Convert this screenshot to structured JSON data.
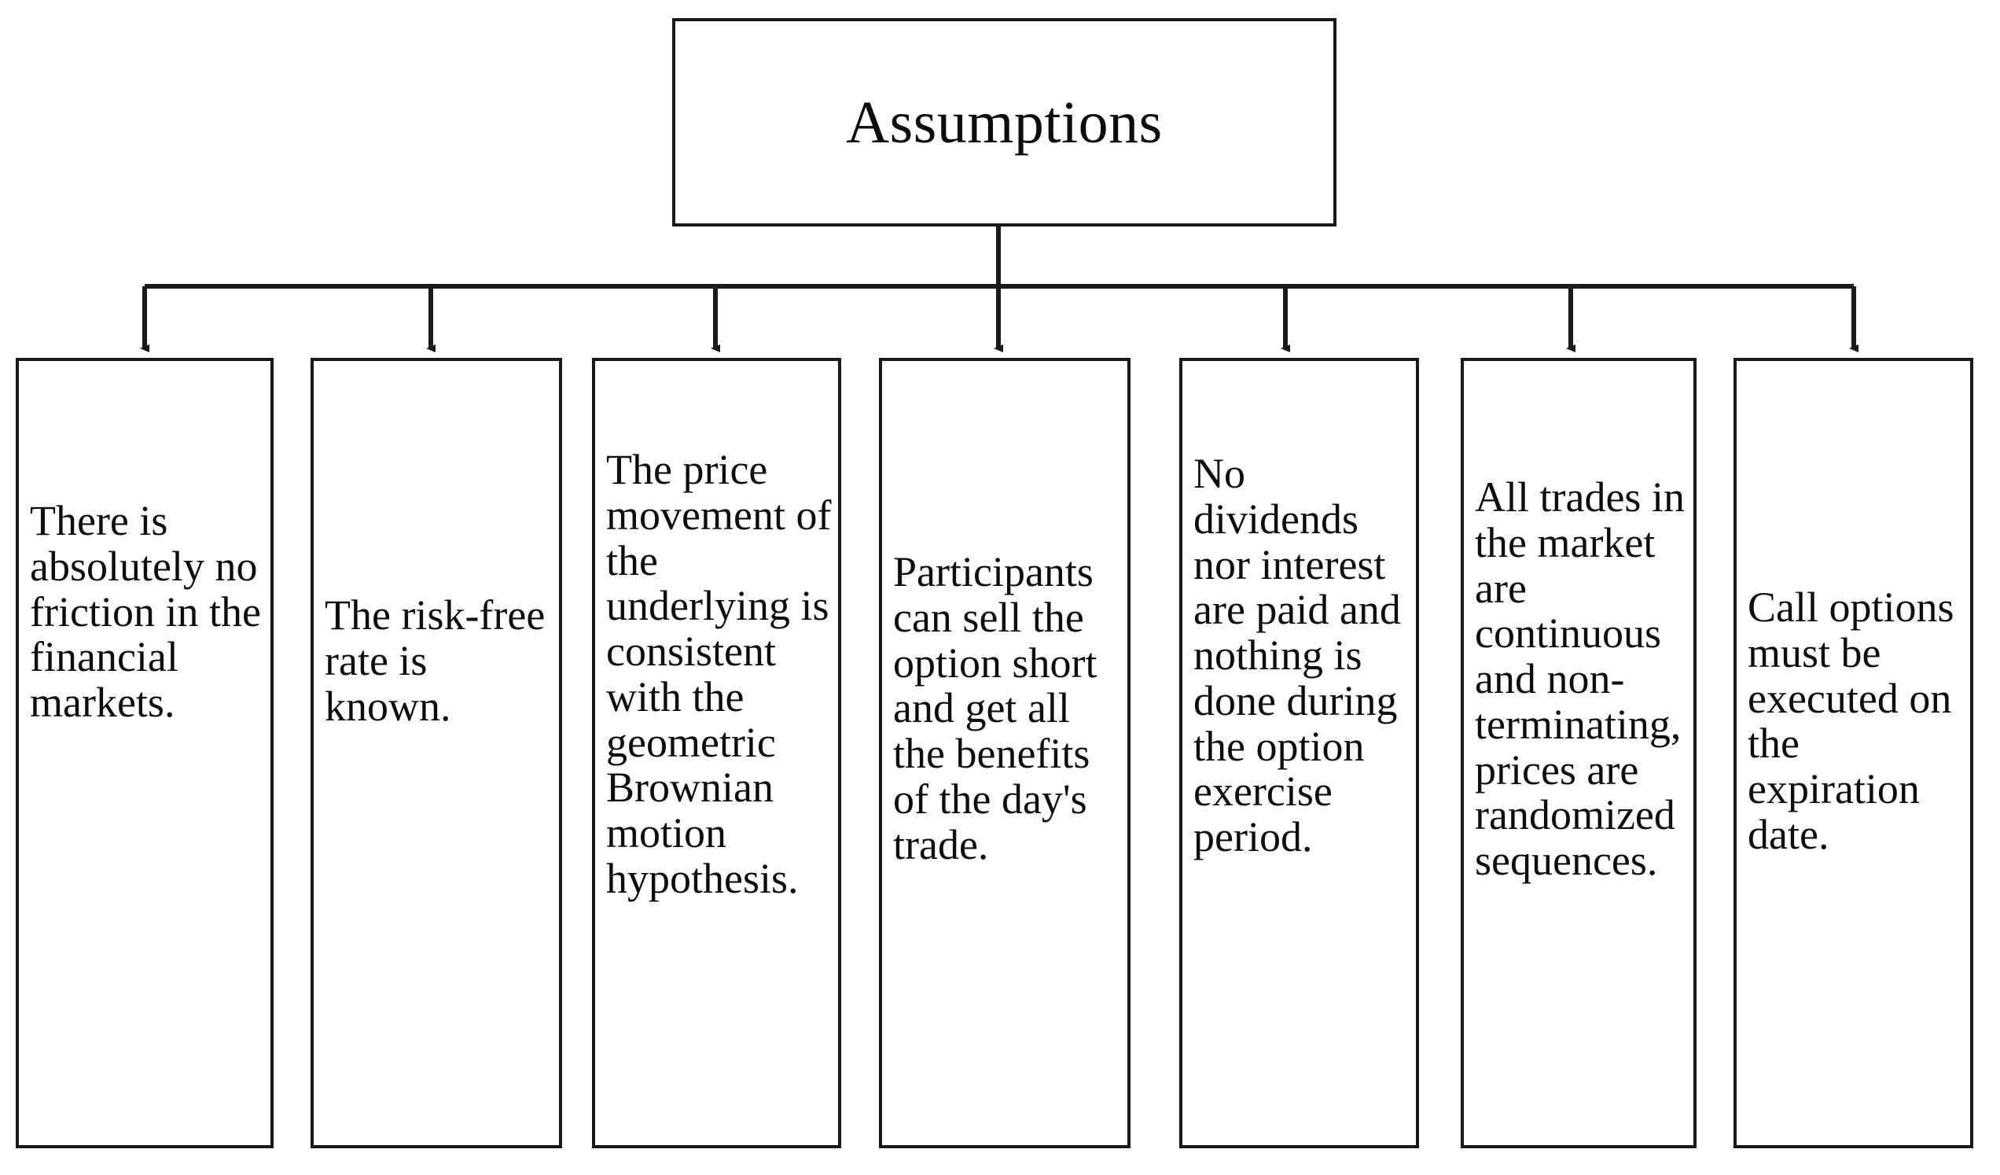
{
  "diagram": {
    "type": "hierarchy-tree",
    "orientation": "top-down",
    "root": {
      "label": "Assumptions"
    },
    "colors": {
      "stroke": "#1a1a1a",
      "fill": "#ffffff",
      "text": "#0d0d0d"
    },
    "leaves": [
      {
        "id": "leaf-1",
        "label": "There is absolutely no friction in the financial markets."
      },
      {
        "id": "leaf-2",
        "label": "The risk-free rate is known."
      },
      {
        "id": "leaf-3",
        "label": "The price movement of the underlying is consistent with the geometric Brownian motion hypothesis."
      },
      {
        "id": "leaf-4",
        "label": "Participants can sell the option short and get all the benefits of the day's trade."
      },
      {
        "id": "leaf-5",
        "label": "No dividends nor interest are paid and nothing is done during the option exercise period."
      },
      {
        "id": "leaf-6",
        "label": "All trades in the market are continuous and non-terminating, prices are randomized sequences."
      },
      {
        "id": "leaf-7",
        "label": "Call options must be executed on the expiration date."
      }
    ]
  }
}
